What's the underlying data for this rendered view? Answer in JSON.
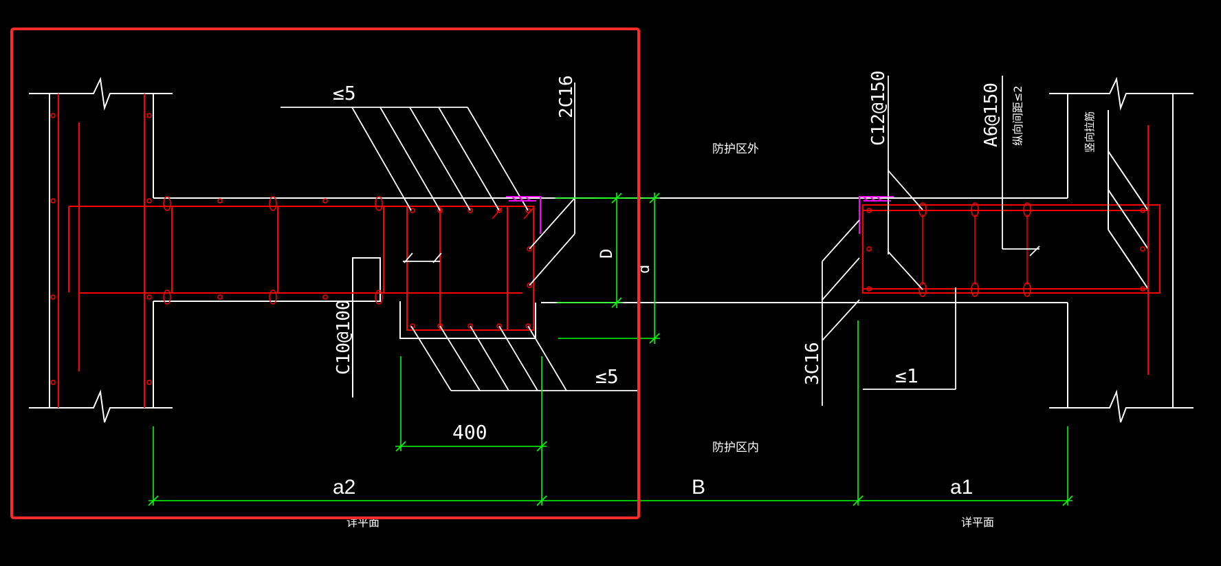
{
  "colors": {
    "background": "#000000",
    "line_white": "#ffffff",
    "rebar_red": "#ff0000",
    "dimension_green": "#00ff00",
    "waterstop_magenta": "#ff00ff",
    "highlight_red": "#ff2a2a"
  },
  "labels": {
    "slope_top_left": "≤5",
    "rebar_2c16": "2C16",
    "rebar_c10_100": "C10@100",
    "slope_bottom": "≤5",
    "dim_D": "D",
    "dim_d": "d",
    "dim_400": "400",
    "dim_a2": "a2",
    "dim_B": "B",
    "dim_a1": "a1",
    "rebar_c12_150": "C12@150",
    "rebar_a6_150": "A6@150",
    "rebar_3c16": "3C16",
    "slope_right": "≤1",
    "note_outside": "防护区外",
    "note_inside": "防护区内",
    "note_spacing": "纵向间距≤2",
    "note_vertical": "竖向拉筋",
    "note_flat_left": "详平面",
    "note_flat_right": "详平面"
  }
}
